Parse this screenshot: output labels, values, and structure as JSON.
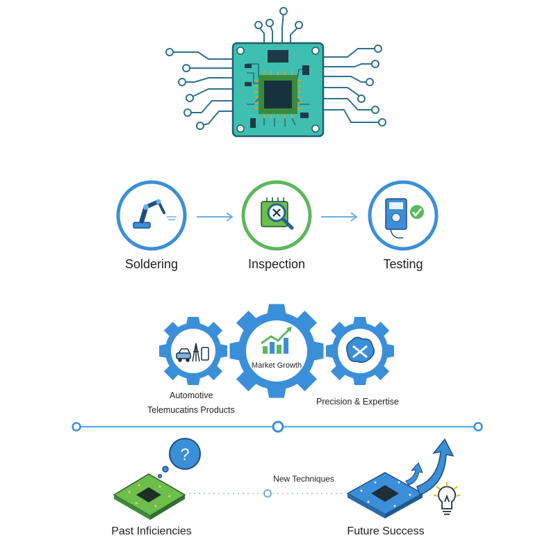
{
  "process": {
    "steps": [
      {
        "label": "Soldering",
        "icon": "robot-arm-icon",
        "ring_color": "#3b8fd8"
      },
      {
        "label": "Inspection",
        "icon": "magnifier-chip-icon",
        "ring_color": "#5cb85c"
      },
      {
        "label": "Testing",
        "icon": "multimeter-check-icon",
        "ring_color": "#3b8fd8"
      }
    ]
  },
  "gears": {
    "center_label": "Market Growth",
    "left_label_line1": "Automotive",
    "left_label_line2": "Telemucatins Products",
    "right_label": "Precision & Expertise",
    "left_icon": "vehicle-tower-phone-icon",
    "center_icon": "bar-chart-up-icon",
    "right_icon": "brain-wrench-icon"
  },
  "timeline": {
    "middle_label": "New Techniques",
    "past_label": "Past Inficiencies",
    "future_label": "Future Success",
    "past_icon": "question-bubble-icon",
    "future_icon": "lightbulb-icon"
  },
  "colors": {
    "blue": "#3b8fd8",
    "light_blue": "#6aaee6",
    "green": "#5cb85c",
    "board_teal": "#3ebfb0",
    "board_green": "#6cbf4a"
  }
}
